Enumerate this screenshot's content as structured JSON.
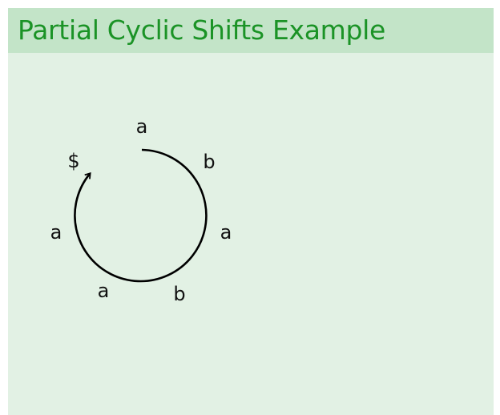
{
  "slide": {
    "title": "Partial Cyclic Shifts Example"
  },
  "diagram": {
    "labels": [
      "a",
      "b",
      "a",
      "b",
      "a",
      "a",
      "$"
    ]
  },
  "colors": {
    "title": "#1b9326",
    "header_band": "#c3e4c8",
    "body_background": "#e2f1e4"
  }
}
